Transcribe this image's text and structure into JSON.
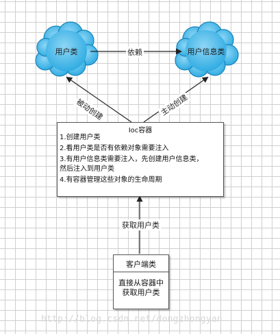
{
  "colors": {
    "cloud_fill": "#29a9e1",
    "cloud_highlight": "#8fd6f5",
    "cloud_stroke": "#1783b8",
    "arrow": "#222222"
  },
  "nodes": {
    "user_class": "用户类",
    "user_info_class": "用户信息类",
    "ioc_container": {
      "title": "Ioc容器",
      "steps": [
        "1.创建用户类",
        "2.看用户类是否有依赖对象需要注入",
        "3.有用户信息类需要注入，先创建用户信息类，",
        "然后注入到用户类",
        "4.有容器管理这些对象的生命周期"
      ]
    },
    "client_class": {
      "title": "客户端类",
      "body_lines": [
        "直接从容器中",
        "获取用户类"
      ]
    }
  },
  "edges": {
    "depends_on": "依赖",
    "passive_create": "被动创建",
    "active_create": "主动创建",
    "get_user_class": "获取用户类"
  },
  "watermark": "http://blog.csdn.net/dongzhongyan"
}
